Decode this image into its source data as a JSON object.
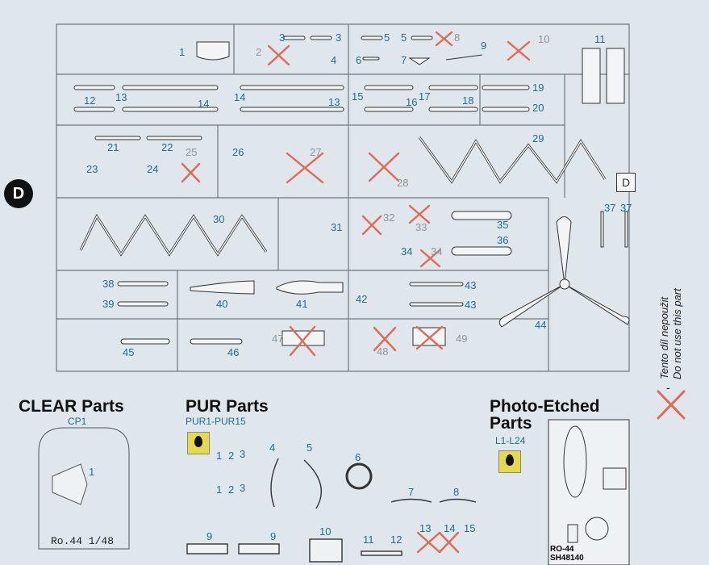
{
  "sprue_letter": "D",
  "sprue_tag": "D",
  "parts": [
    {
      "id": "p1",
      "label": "1"
    },
    {
      "id": "p2",
      "label": "2",
      "unused": true
    },
    {
      "id": "p3a",
      "label": "3"
    },
    {
      "id": "p3b",
      "label": "3"
    },
    {
      "id": "p4",
      "label": "4"
    },
    {
      "id": "p5a",
      "label": "5"
    },
    {
      "id": "p5b",
      "label": "5"
    },
    {
      "id": "p6",
      "label": "6"
    },
    {
      "id": "p7",
      "label": "7"
    },
    {
      "id": "p8",
      "label": "8",
      "unused": true
    },
    {
      "id": "p9",
      "label": "9"
    },
    {
      "id": "p10",
      "label": "10",
      "unused": true
    },
    {
      "id": "p11",
      "label": "11"
    },
    {
      "id": "p12",
      "label": "12"
    },
    {
      "id": "p13a",
      "label": "13"
    },
    {
      "id": "p13b",
      "label": "13"
    },
    {
      "id": "p14a",
      "label": "14"
    },
    {
      "id": "p14b",
      "label": "14"
    },
    {
      "id": "p15",
      "label": "15"
    },
    {
      "id": "p16",
      "label": "16"
    },
    {
      "id": "p17",
      "label": "17"
    },
    {
      "id": "p18",
      "label": "18"
    },
    {
      "id": "p19",
      "label": "19"
    },
    {
      "id": "p20",
      "label": "20"
    },
    {
      "id": "p21",
      "label": "21"
    },
    {
      "id": "p22",
      "label": "22"
    },
    {
      "id": "p23",
      "label": "23"
    },
    {
      "id": "p24",
      "label": "24"
    },
    {
      "id": "p25",
      "label": "25",
      "unused": true
    },
    {
      "id": "p26",
      "label": "26"
    },
    {
      "id": "p27",
      "label": "27",
      "unused": true
    },
    {
      "id": "p28",
      "label": "28",
      "unused": true
    },
    {
      "id": "p29",
      "label": "29"
    },
    {
      "id": "p30",
      "label": "30"
    },
    {
      "id": "p31",
      "label": "31"
    },
    {
      "id": "p32",
      "label": "32",
      "unused": true
    },
    {
      "id": "p33",
      "label": "33",
      "unused": true
    },
    {
      "id": "p34a",
      "label": "34"
    },
    {
      "id": "p34b",
      "label": "34",
      "unused": true
    },
    {
      "id": "p35",
      "label": "35"
    },
    {
      "id": "p36",
      "label": "36"
    },
    {
      "id": "p37a",
      "label": "37"
    },
    {
      "id": "p37b",
      "label": "37"
    },
    {
      "id": "p38",
      "label": "38"
    },
    {
      "id": "p39",
      "label": "39"
    },
    {
      "id": "p40",
      "label": "40"
    },
    {
      "id": "p41",
      "label": "41"
    },
    {
      "id": "p42",
      "label": "42"
    },
    {
      "id": "p43a",
      "label": "43"
    },
    {
      "id": "p43b",
      "label": "43"
    },
    {
      "id": "p44",
      "label": "44"
    },
    {
      "id": "p45",
      "label": "45"
    },
    {
      "id": "p46",
      "label": "46"
    },
    {
      "id": "p47",
      "label": "47",
      "unused": true
    },
    {
      "id": "p48",
      "label": "48",
      "unused": true
    },
    {
      "id": "p49",
      "label": "49",
      "unused": true
    }
  ],
  "legend": {
    "cz": "Tento díl nepoužit",
    "en": "Do not use this part"
  },
  "clear": {
    "title": "CLEAR Parts",
    "code": "CP1",
    "part": "1",
    "frame_label": "Ro.44 1/48"
  },
  "pur": {
    "title": "PUR Parts",
    "code": "PUR1-PUR15",
    "labels": {
      "a1": "1",
      "a2": "2",
      "a3": "3",
      "b1": "1",
      "b2": "2",
      "b3": "3",
      "n4": "4",
      "n5": "5",
      "n6": "6",
      "n7": "7",
      "n8": "8",
      "n9a": "9",
      "n9b": "9",
      "n10": "10",
      "n11": "11",
      "n12": "12",
      "n13": "13",
      "n14": "14",
      "n15": "15"
    }
  },
  "pe": {
    "title_line1": "Photo-Etched",
    "title_line2": "Parts",
    "code": "L1-L24",
    "fret_label1": "RO-44",
    "fret_label2": "SH48140"
  }
}
